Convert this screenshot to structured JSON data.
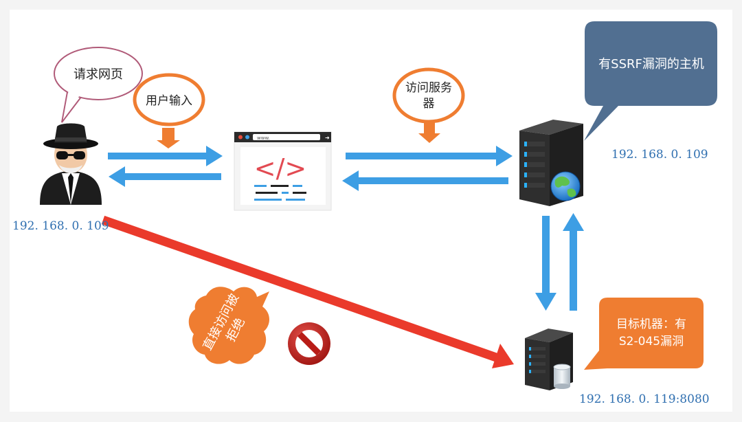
{
  "labels": {
    "request_page": "请求网页",
    "user_input": "用户输入",
    "access_server": "访问服务器",
    "ssrf_host": "有SSRF漏洞的主机",
    "target_machine_line1": "目标机器：有",
    "target_machine_line2": "S2-045漏洞",
    "direct_access_rejected_line1": "直接访问被",
    "direct_access_rejected_line2": "拒绝"
  },
  "ips": {
    "attacker": "192. 168. 0. 109",
    "ssrf_host": "192. 168. 0. 109",
    "target": "192. 168. 0. 119:8080"
  },
  "browser": {
    "url_text": "www.",
    "code_symbol": "</>"
  },
  "colors": {
    "blue_arrow": "#3d9ee4",
    "red_arrow": "#ea3a2b",
    "orange": "#ef7d31",
    "slate_callout": "#516f91",
    "pink_outline": "#b05a78",
    "ip_text": "#2f6fb0"
  }
}
